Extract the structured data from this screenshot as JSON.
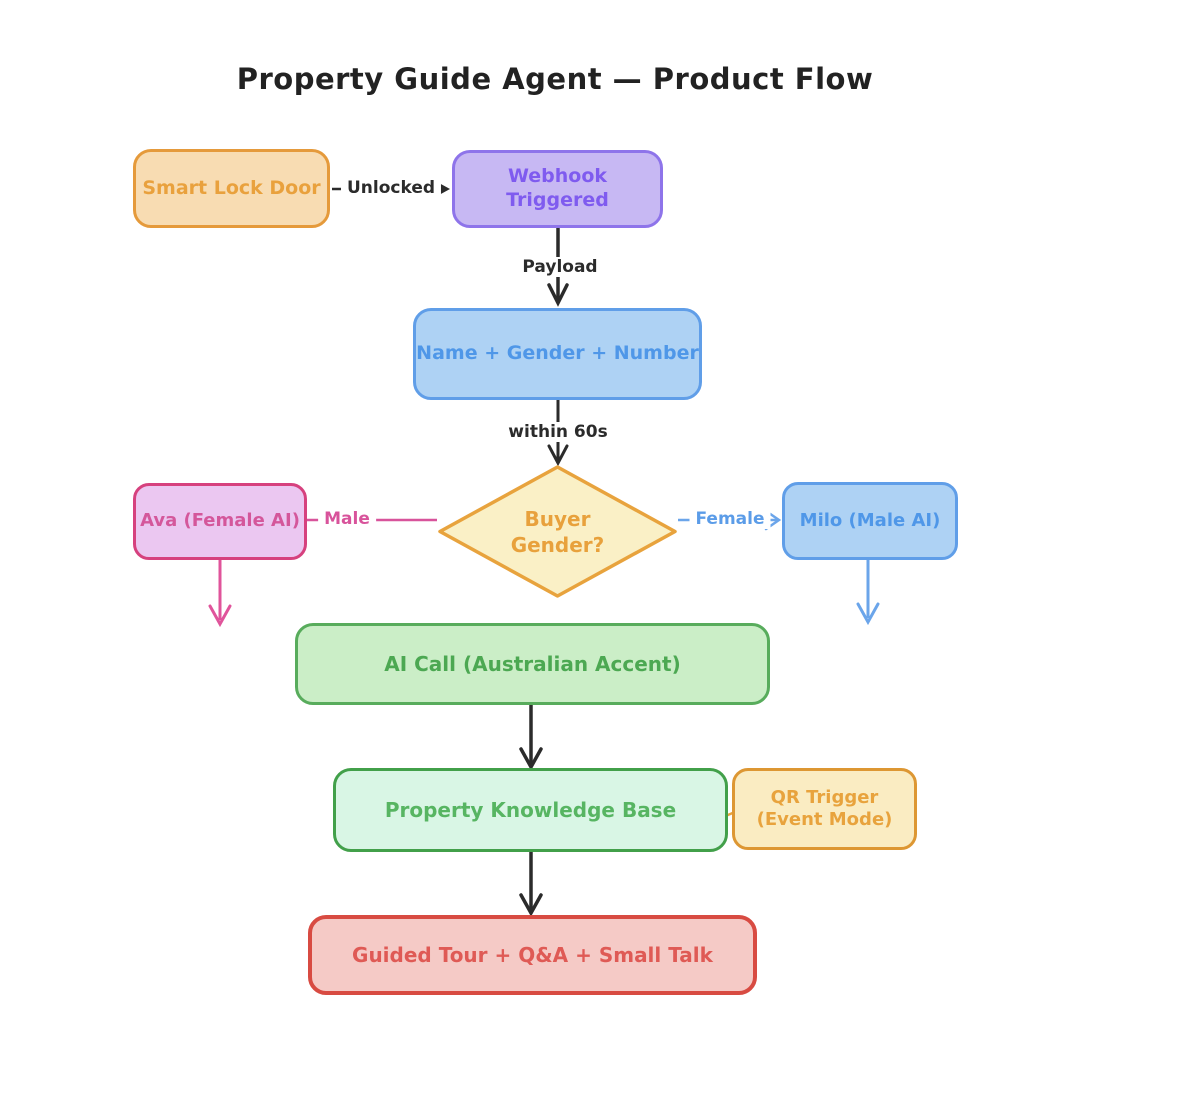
{
  "title": "Property Guide Agent — Product Flow",
  "nodes": {
    "smart_lock": {
      "label": "Smart Lock Door"
    },
    "webhook": {
      "label": "Webhook Triggered"
    },
    "name_gender": {
      "label": "Name + Gender + Number"
    },
    "gender_decision": {
      "label_line1": "Buyer",
      "label_line2": "Gender?"
    },
    "ava": {
      "label": "Ava (Female AI)"
    },
    "milo": {
      "label": "Milo (Male AI)"
    },
    "ai_call": {
      "label": "AI Call (Australian Accent)"
    },
    "knowledge_base": {
      "label": "Property Knowledge Base"
    },
    "qr_trigger": {
      "label_line1": "QR Trigger",
      "label_line2": "(Event Mode)"
    },
    "guided_tour": {
      "label": "Guided Tour + Q&A + Small Talk"
    }
  },
  "edges": {
    "unlocked": "Unlocked",
    "payload": "Payload",
    "within_60s": "within 60s",
    "male": "Male",
    "female": "Female"
  },
  "colors": {
    "orange_fill": "#F8DCB2",
    "orange_border": "#E59A3B",
    "orange_text": "#E9A13D",
    "purple_fill": "#C7B8F3",
    "purple_border": "#8E74EA",
    "purple_text": "#7F5BEF",
    "blue_fill": "#AED2F4",
    "blue_border": "#609EE8",
    "blue_text": "#4F97E8",
    "diamond_fill": "#FAF0C6",
    "diamond_border": "#E8A33D",
    "diamond_text": "#E8A13C",
    "pink_fill": "#EBC7F1",
    "pink_border": "#D6417E",
    "pink_text": "#D4579B",
    "pink_arrow": "#E0549B",
    "green_fill": "#CBEEC7",
    "green_border": "#58AC5C",
    "green_text": "#4CA852",
    "mint_fill": "#D9F6E5",
    "mint_border": "#42A04A",
    "mint_text": "#57B562",
    "qr_fill": "#FAECC2",
    "qr_border": "#DD9733",
    "qr_text": "#E8A33D",
    "red_fill": "#F5CAC6",
    "red_border": "#D84B42",
    "red_text": "#DF5A55",
    "black_arrow": "#2B2B2B",
    "blue_arrow": "#6BA5EA"
  }
}
